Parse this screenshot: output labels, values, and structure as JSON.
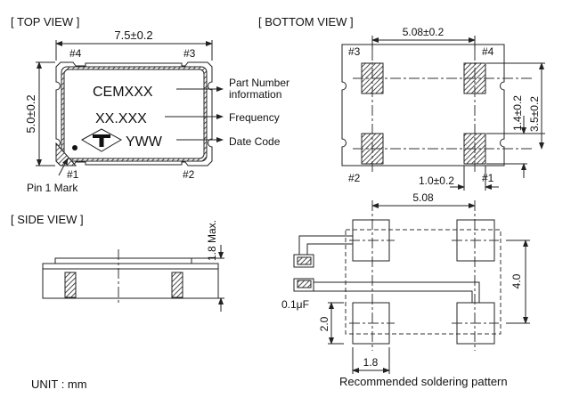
{
  "top_view": {
    "title": "[ TOP VIEW ]",
    "width_dim": "7.5±0.2",
    "height_dim": "5.0±0.2",
    "pins": {
      "p1": "#1",
      "p2": "#2",
      "p3": "#3",
      "p4": "#4"
    },
    "marking": {
      "part": "CEMXXX",
      "freq": "XX.XXX",
      "date": "YWW"
    },
    "callouts": {
      "part_1": "Part Number",
      "part_2": "information",
      "freq": "Frequency",
      "date": "Date Code"
    },
    "pin1_mark": "Pin 1 Mark",
    "logo_letter": "T"
  },
  "bottom_view": {
    "title": "[ BOTTOM VIEW ]",
    "pitch_dim": "5.08±0.2",
    "pad_width_dim": "1.0±0.2",
    "pad_height_dim": "1.4±0.2",
    "pitch_v_dim": "3.5±0.2",
    "pins": {
      "p1": "#1",
      "p2": "#2",
      "p3": "#3",
      "p4": "#4"
    }
  },
  "side_view": {
    "title": "[ SIDE VIEW ]",
    "height_dim": "1.8 Max."
  },
  "soldering": {
    "pitch_dim": "5.08",
    "vertical_dim": "4.0",
    "pad_h_dim": "2.0",
    "pad_w_dim": "1.8",
    "capacitor": "0.1μF",
    "caption": "Recommended soldering pattern"
  },
  "unit": "UNIT : mm"
}
